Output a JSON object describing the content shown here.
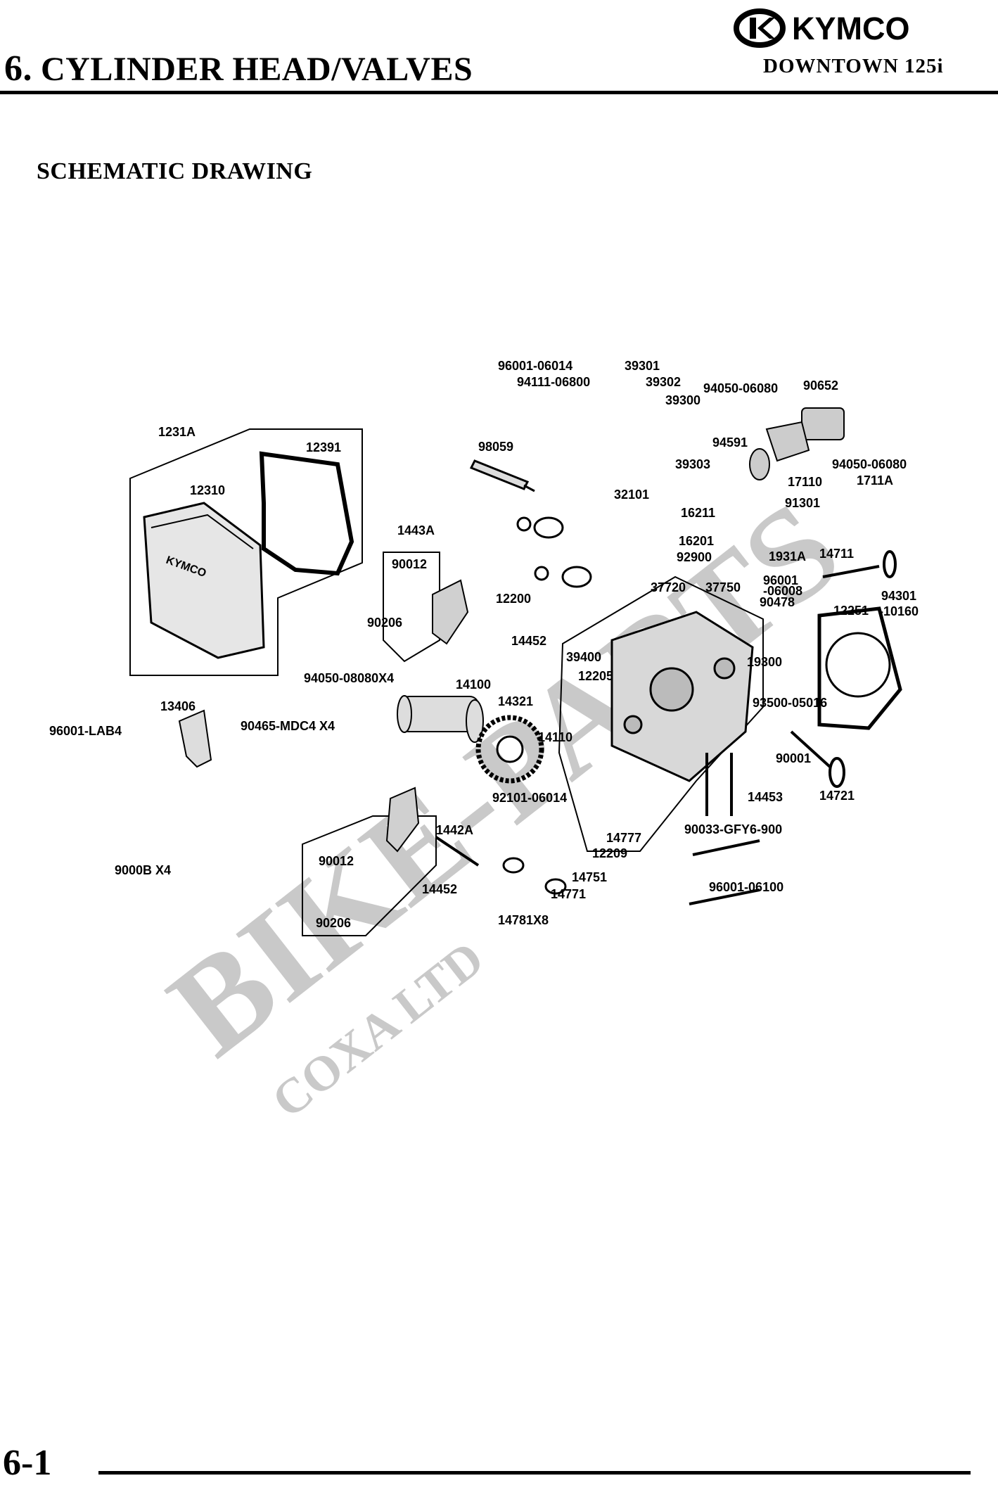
{
  "header": {
    "chapter_number": "6.",
    "chapter_title": "CYLINDER HEAD/VALVES",
    "brand": "KYMCO",
    "model": "DOWNTOWN 125i"
  },
  "section": {
    "title": "SCHEMATIC DRAWING"
  },
  "watermark": {
    "main": "BIKE-PARTS",
    "sub": "COXA LTD"
  },
  "diagram": {
    "part_labels": [
      "96001-06014",
      "39301",
      "94111-06800",
      "39302",
      "39300",
      "94050-06080",
      "90652",
      "94591",
      "39303",
      "94050-06080",
      "17110",
      "1711A",
      "91301",
      "98059",
      "32101",
      "16211",
      "16201",
      "92900",
      "1931A",
      "14711",
      "96001",
      "-06008",
      "90478",
      "94301",
      "-10160",
      "12251",
      "37720",
      "37750",
      "12200",
      "19300",
      "1443A",
      "90012",
      "90206",
      "14452",
      "39400",
      "12205",
      "93500-05016",
      "94050-08080X4",
      "14100",
      "14321",
      "14110",
      "92101-06014",
      "90001",
      "14453",
      "14721",
      "90465-MDC4 X4",
      "13406",
      "96001-LAB4",
      "1231A",
      "12391",
      "12310",
      "1442A",
      "90012",
      "90206",
      "14452",
      "14777",
      "12209",
      "14751",
      "14771",
      "14781X8",
      "90033-GFY6-900",
      "96001-06100",
      "9000B X4"
    ]
  },
  "footer": {
    "page_number": "6-1"
  }
}
